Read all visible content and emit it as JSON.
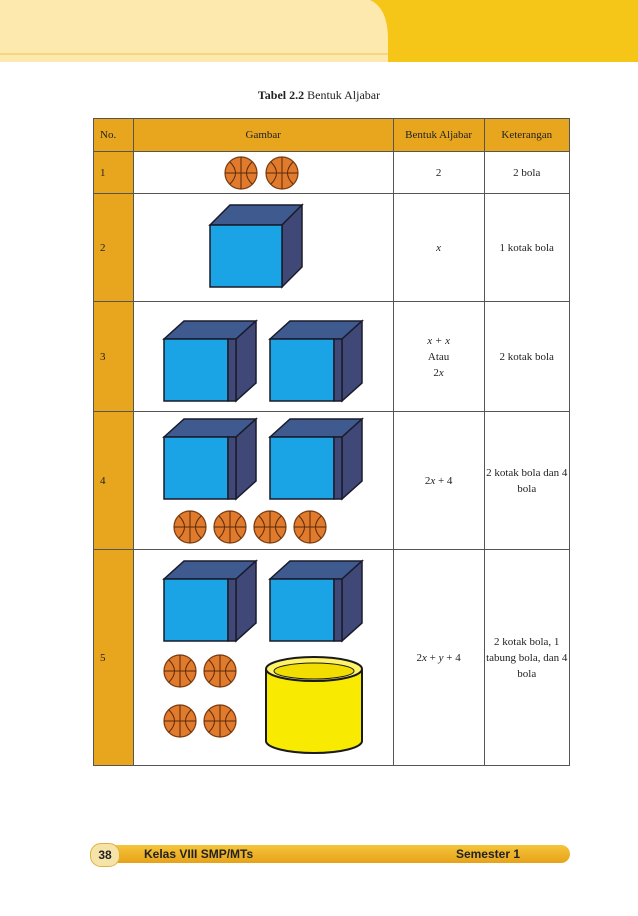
{
  "caption": {
    "label": "Tabel 2.2",
    "title": "Bentuk Aljabar"
  },
  "table": {
    "headers": [
      "No.",
      "Gambar",
      "Bentuk Aljabar",
      "Keterangan"
    ],
    "rows": [
      {
        "no": "1",
        "bentuk": "2",
        "keterangan": "2 bola",
        "boxes": 0,
        "balls": 2,
        "tubes": 0
      },
      {
        "no": "2",
        "bentuk": "x",
        "keterangan": "1 kotak bola",
        "boxes": 1,
        "balls": 0,
        "tubes": 0
      },
      {
        "no": "3",
        "bentuk_lines": [
          "x + x",
          "Atau",
          "2x"
        ],
        "keterangan": "2 kotak bola",
        "boxes": 2,
        "balls": 0,
        "tubes": 0
      },
      {
        "no": "4",
        "bentuk": "2x + 4",
        "keterangan": "2 kotak bola dan 4 bola",
        "boxes": 2,
        "balls": 4,
        "tubes": 0
      },
      {
        "no": "5",
        "bentuk": "2x + y + 4",
        "keterangan": "2 kotak bola, 1 tabung bola, dan 4 bola",
        "boxes": 2,
        "balls": 4,
        "tubes": 1
      }
    ]
  },
  "footer": {
    "page_number": "38",
    "left_text": "Kelas VIII SMP/MTs",
    "right_text": "Semester 1"
  },
  "colors": {
    "header": "#e8a61e",
    "box_front": "#1aa4e6",
    "box_side": "#3f4877",
    "box_top": "#3e5a8f",
    "tube": "#f8ea00",
    "ball": "#e07a2c",
    "band": "#f5c518"
  },
  "icons": [
    "basketball-icon",
    "box-icon",
    "cylinder-icon"
  ]
}
